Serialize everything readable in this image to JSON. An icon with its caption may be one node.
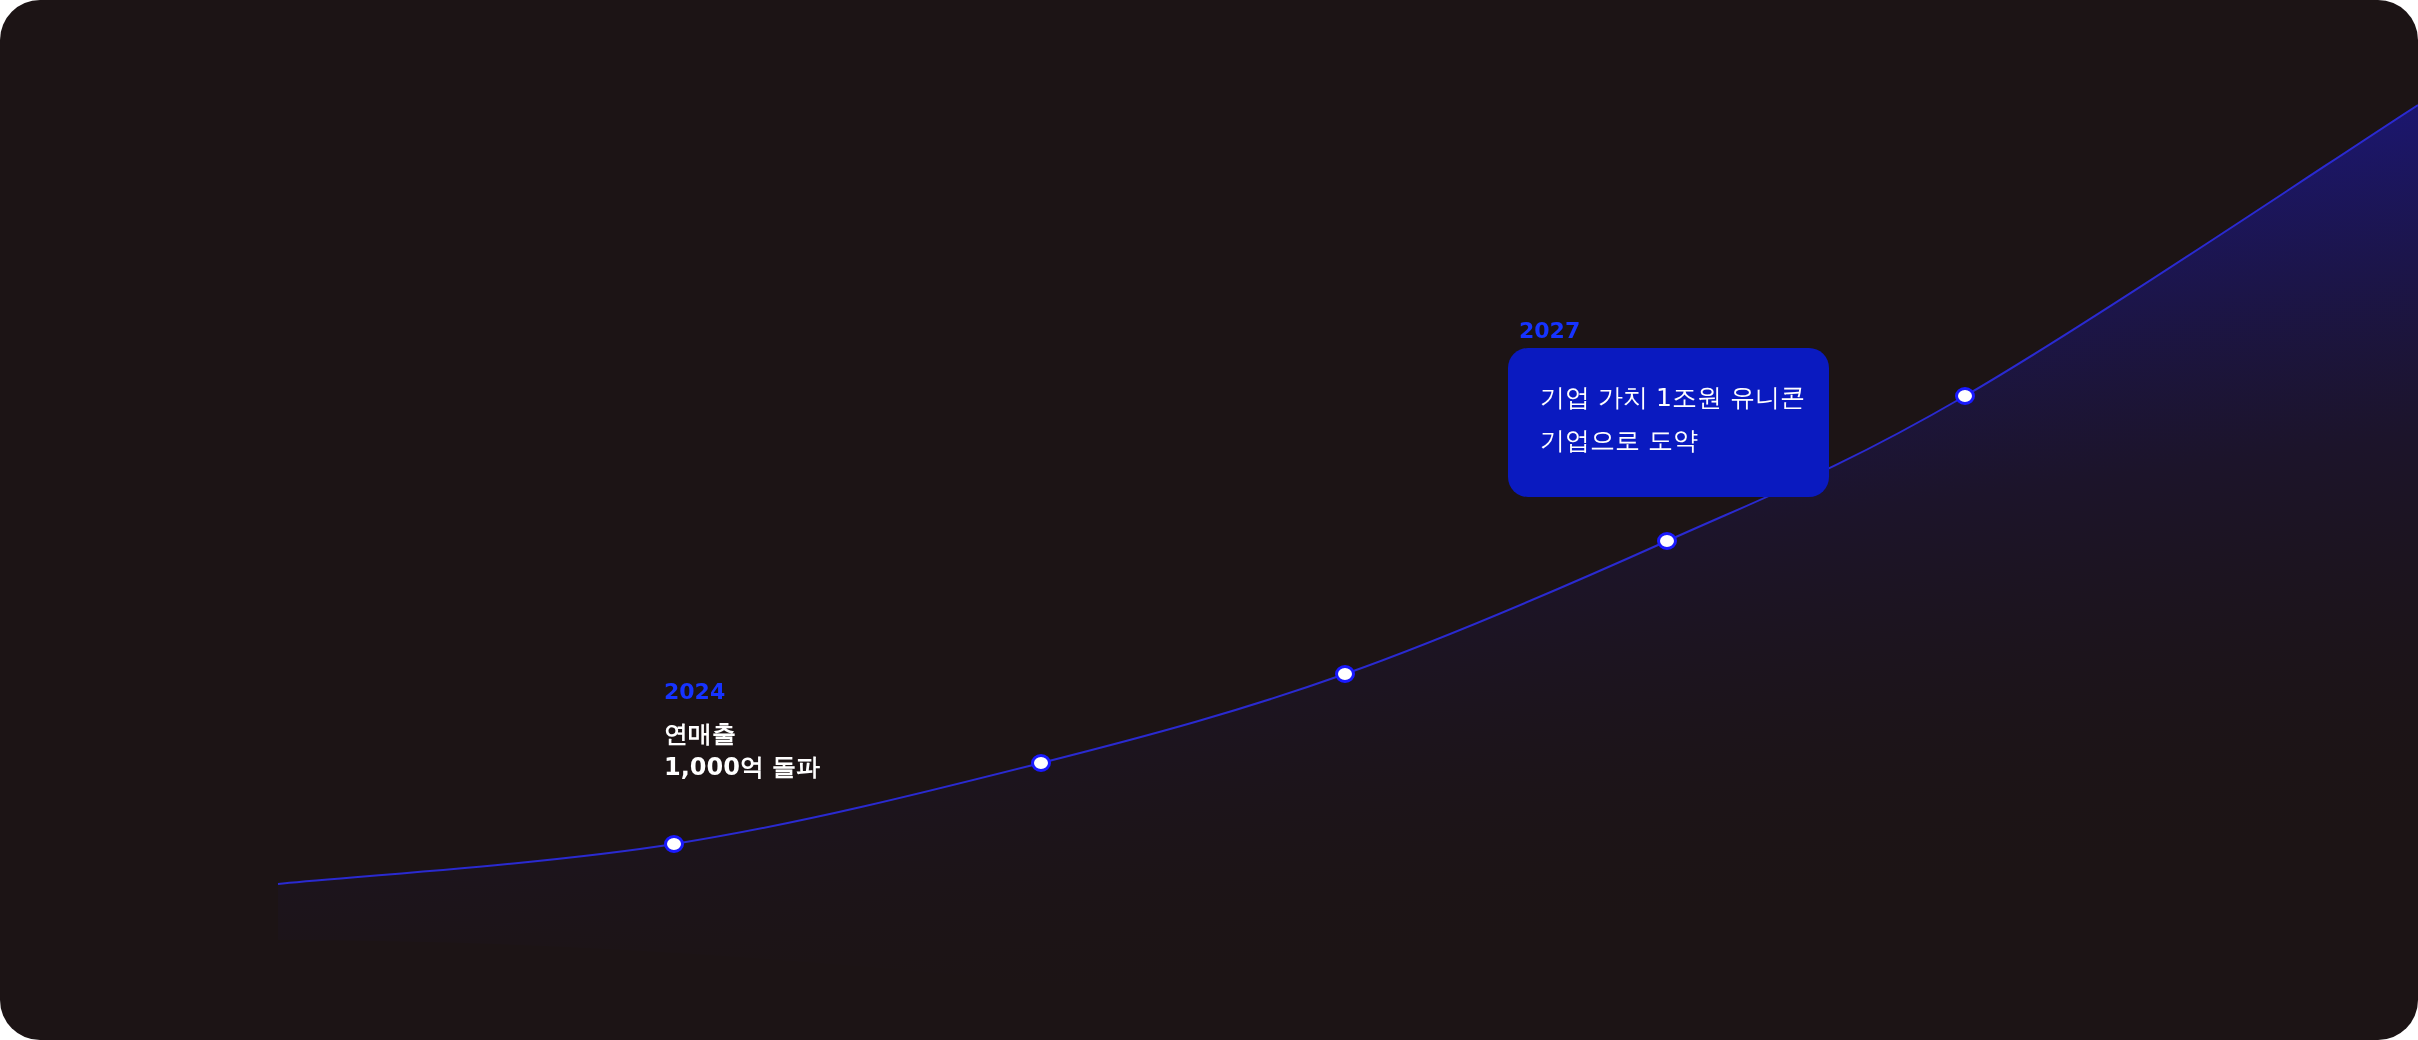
{
  "diagram": {
    "nodes": [
      {
        "text": [],
        "shape": "circle"
      },
      {
        "text": [],
        "shape": "circle"
      },
      {
        "text": [],
        "shape": "circle"
      },
      {
        "text": [],
        "shape": "circle"
      },
      {
        "text": [],
        "shape": "circle"
      },
      {
        "text": [
          "2027",
          "기업 가치 1조원 유니콘 기업으로 도약"
        ]
      }
    ],
    "edges": [],
    "labels": [
      "2024",
      "연매출 1,000억 돌파"
    ]
  }
}
